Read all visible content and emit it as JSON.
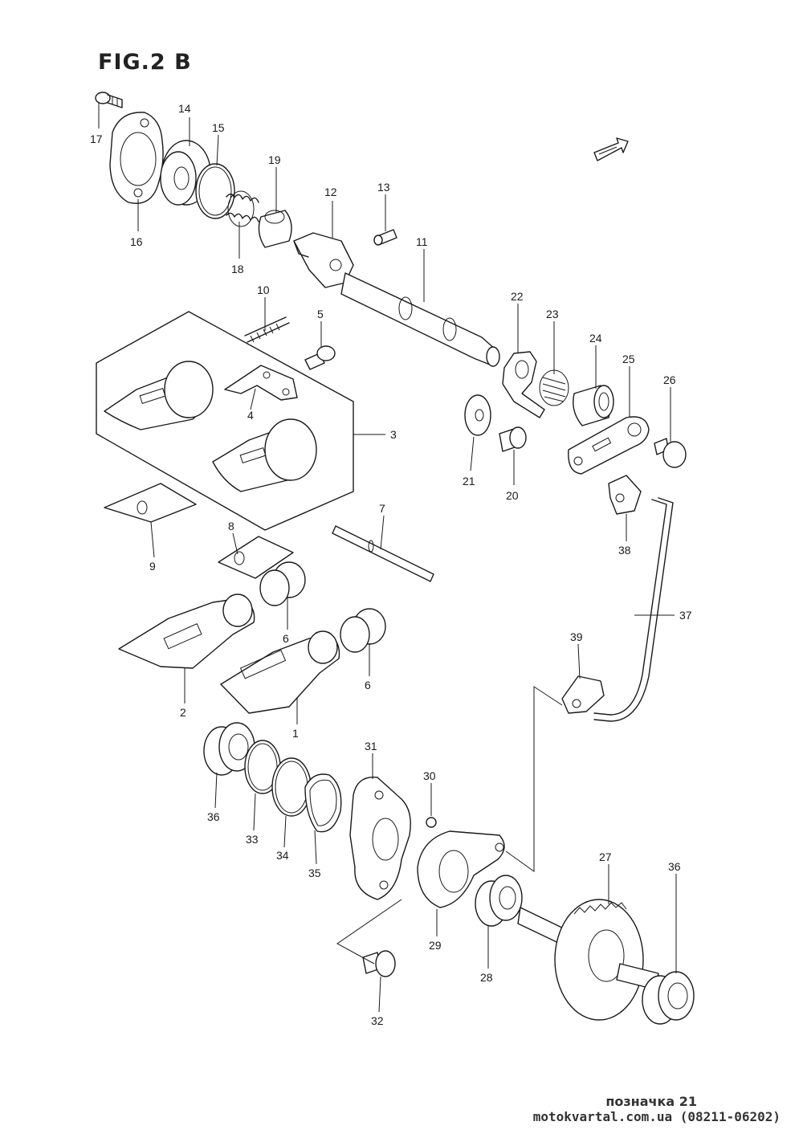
{
  "figure_title": "FIG.2 B",
  "footer": {
    "label": "позначка 21",
    "site": "motokvartal.com.ua (08211-06202)"
  },
  "labels": {
    "p1": "1",
    "p2": "2",
    "p3": "3",
    "p4": "4",
    "p5": "5",
    "p6a": "6",
    "p6b": "6",
    "p7": "7",
    "p8": "8",
    "p9": "9",
    "p10": "10",
    "p11": "11",
    "p12": "12",
    "p13": "13",
    "p14": "14",
    "p15": "15",
    "p16": "16",
    "p17": "17",
    "p18": "18",
    "p19": "19",
    "p20": "20",
    "p21": "21",
    "p22": "22",
    "p23": "23",
    "p24": "24",
    "p25": "25",
    "p26": "26",
    "p27": "27",
    "p28": "28",
    "p29": "29",
    "p30": "30",
    "p31": "31",
    "p32": "32",
    "p33": "33",
    "p34": "34",
    "p35": "35",
    "p36a": "36",
    "p36b": "36",
    "p37": "37",
    "p38": "38",
    "p39": "39"
  },
  "colors": {
    "line": "#1a1a1a",
    "background": "#ffffff"
  },
  "icons": {
    "direction": "front-direction-arrow-icon"
  }
}
